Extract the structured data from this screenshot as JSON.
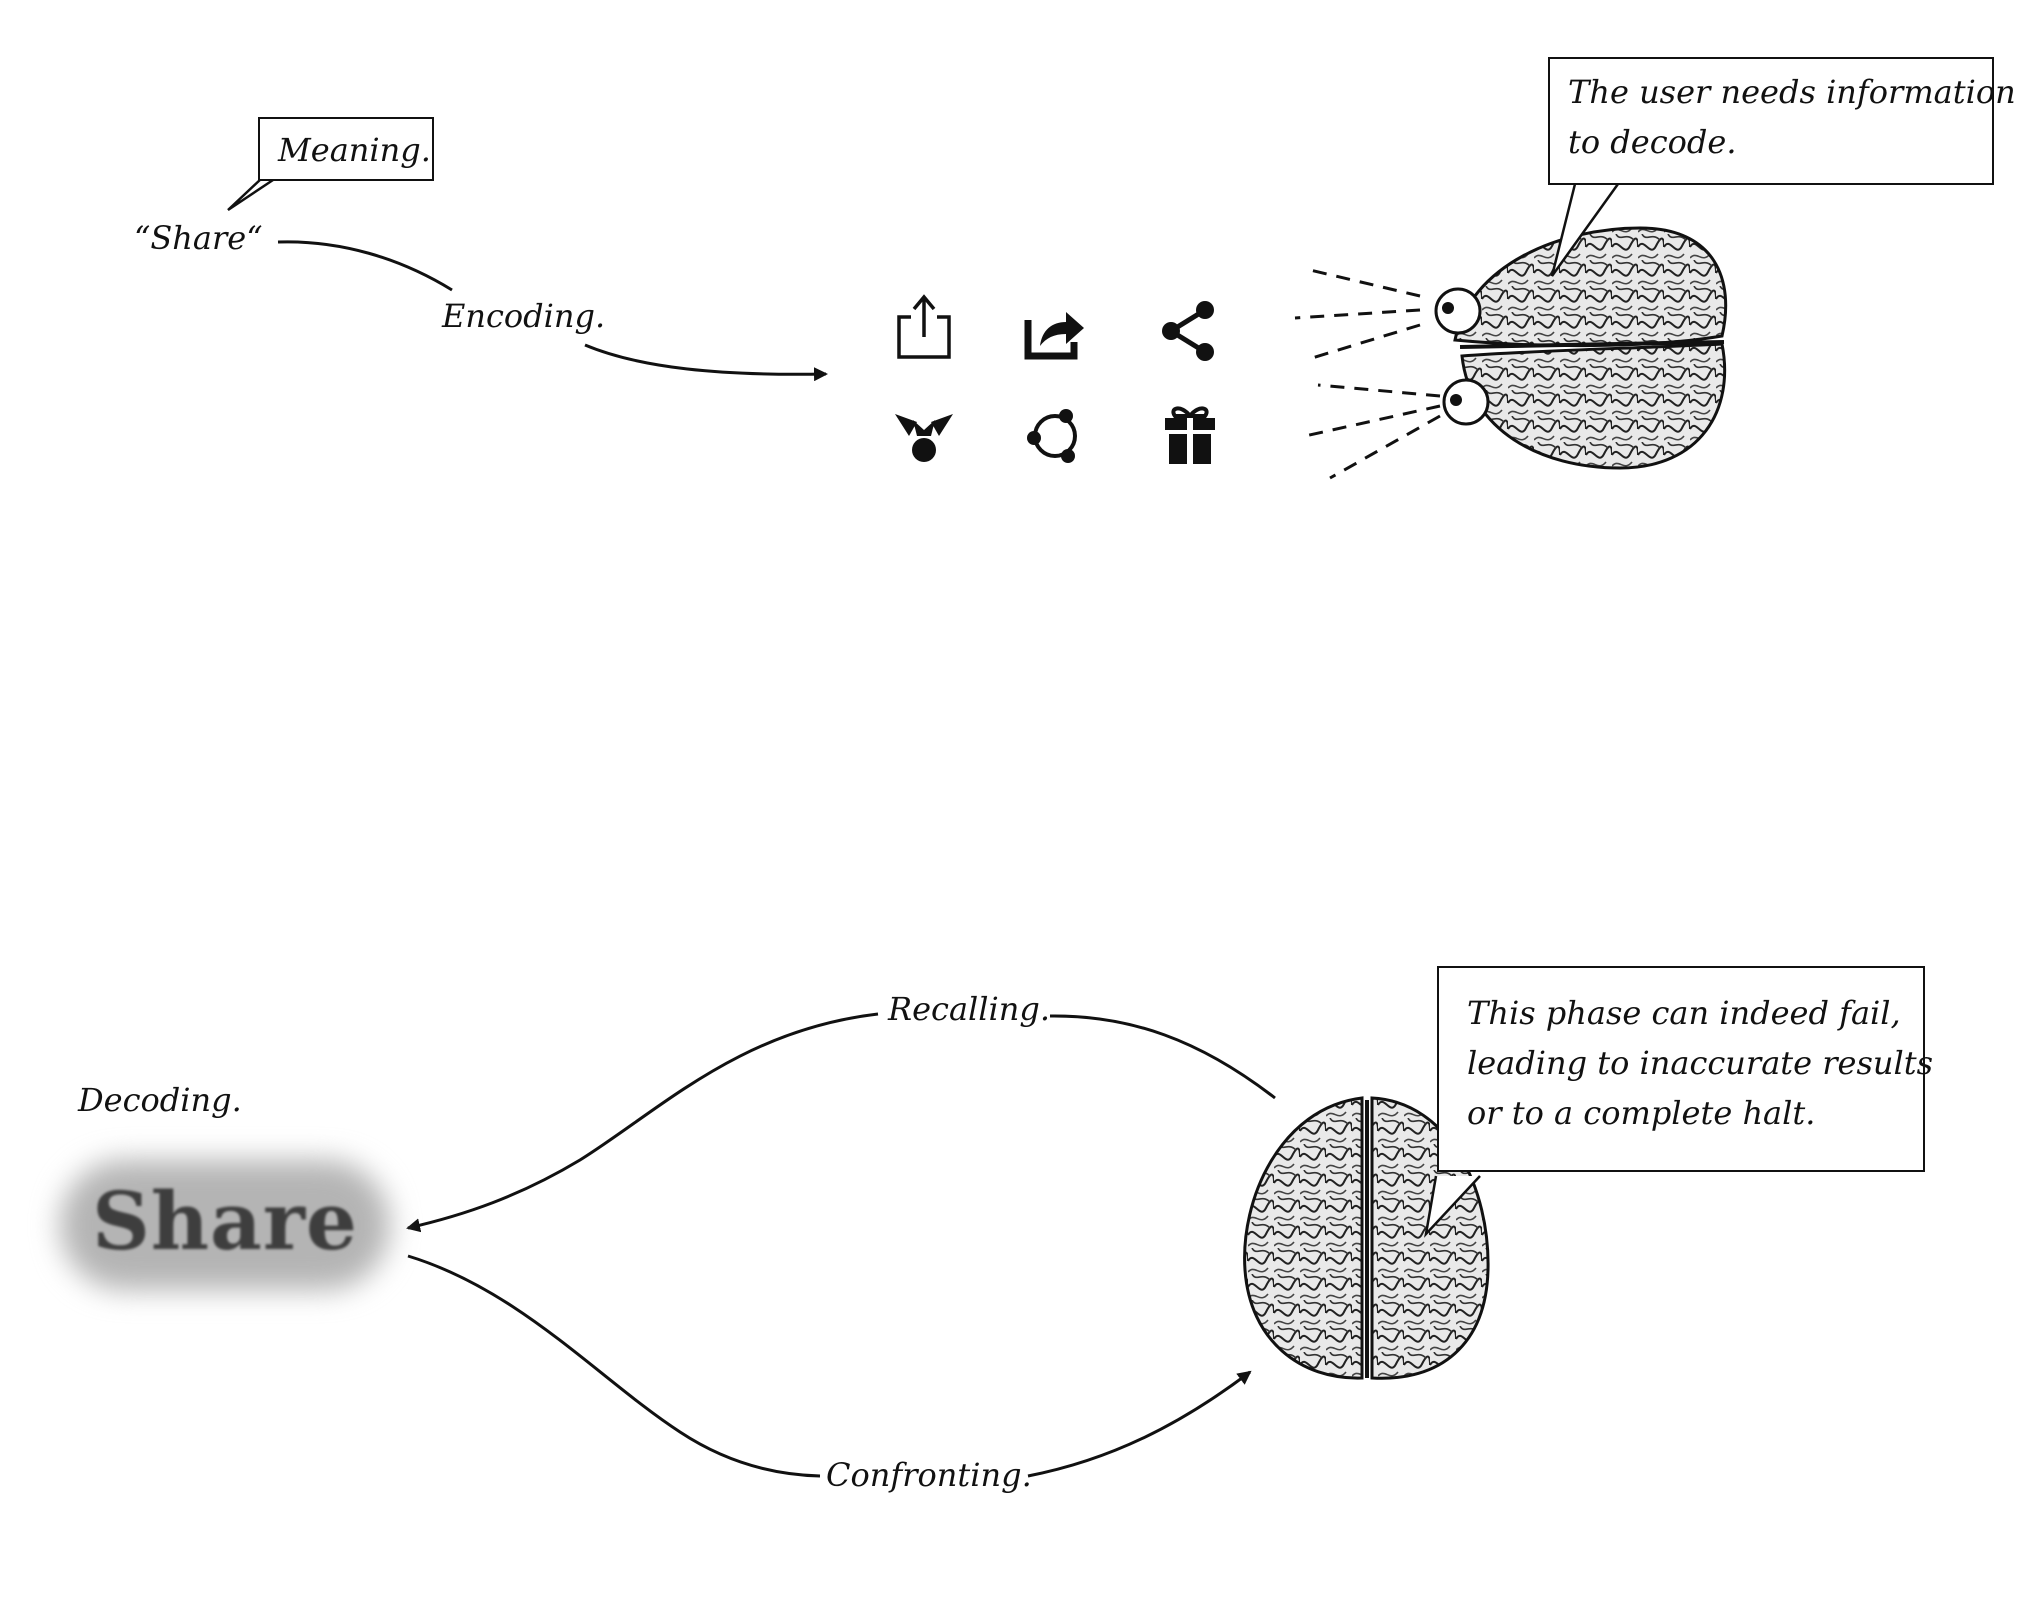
{
  "top": {
    "meaning_bubble": "Meaning.",
    "share_quote": "“Share“",
    "encoding_label": "Encoding.",
    "user_bubble": [
      "The user needs information",
      "to decode."
    ],
    "icons": [
      "share-box-arrow-up-icon",
      "share-arrow-out-of-box-icon",
      "share-nodes-icon",
      "share-people-icon",
      "share-circle-nodes-icon",
      "gift-icon"
    ]
  },
  "bottom": {
    "decoding_label": "Decoding.",
    "blurred_word": "Share",
    "recalling_label": "Recalling.",
    "confronting_label": "Confronting.",
    "fail_bubble": [
      "This phase can indeed fail,",
      "leading to inaccurate results",
      "or to a complete halt."
    ]
  },
  "colors": {
    "ink": "#111111",
    "background": "#ffffff",
    "blur_gray": "#b4b4b4"
  }
}
